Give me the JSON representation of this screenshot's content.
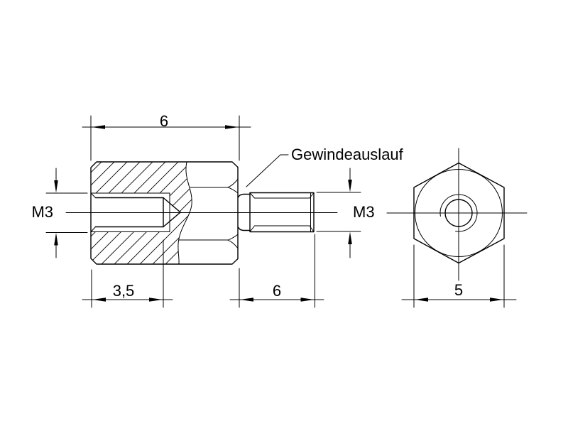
{
  "drawing": {
    "callout": "Gewindeauslauf",
    "threads": {
      "left": "M3",
      "right": "M3"
    },
    "dimensions": {
      "body_length": "6",
      "thread_depth": "3,5",
      "stud_length": "6",
      "hex_width": "5"
    },
    "colors": {
      "line": "#000000",
      "background": "#ffffff"
    }
  }
}
